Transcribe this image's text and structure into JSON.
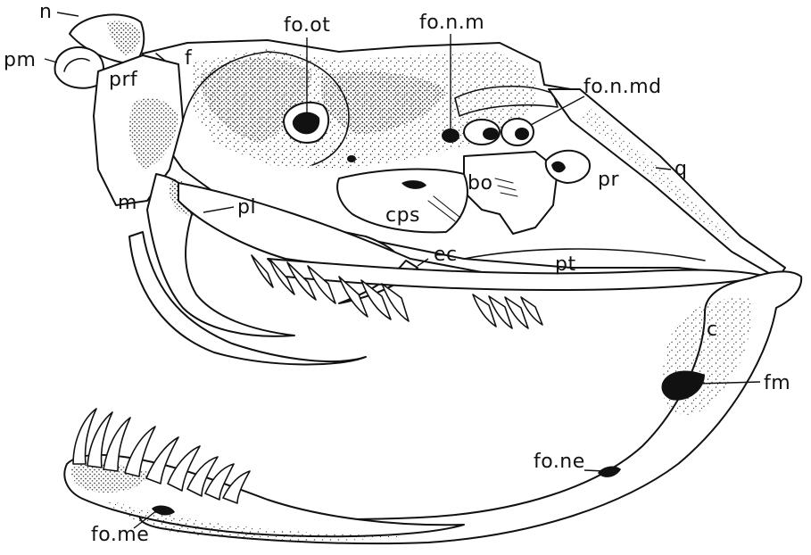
{
  "labels": {
    "n": "n",
    "pm": "pm",
    "prf": "prf",
    "f": "f",
    "fo_ot": "fo.ot",
    "fo_n_m": "fo.n.m",
    "fo_n_md": "fo.n.md",
    "q": "q",
    "pr": "pr",
    "bo": "bo",
    "m": "m",
    "pl": "pl",
    "cps": "cps",
    "ec": "ec",
    "pt": "pt",
    "c": "c",
    "fm": "fm",
    "fo_ne": "fo.ne",
    "fo_me": "fo.me"
  },
  "colors": {
    "ink": "#111111",
    "paper": "#ffffff"
  }
}
